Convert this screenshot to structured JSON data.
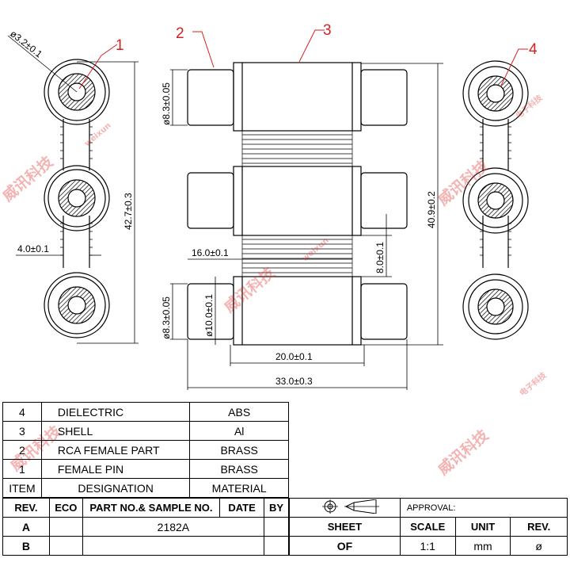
{
  "callouts": [
    "1",
    "2",
    "3",
    "4"
  ],
  "dimensions": {
    "pin_dia": "ø3.2±0.1",
    "height_left": "42.7±0.3",
    "pitch": "4.0±0.1",
    "top_dia": "ø8.3±0.05",
    "bot_dia": "ø8.3±0.05",
    "shell_dia": "ø10.0±0.1",
    "gap": "16.0±0.1",
    "body_width": "20.0±0.1",
    "total_width": "33.0±0.3",
    "height_right": "40.9±0.2",
    "spacing": "8.0±0.1"
  },
  "watermark": {
    "cn": "威讯科技",
    "en": "weixun",
    "sub": "电子科技"
  },
  "bom": {
    "rows": [
      {
        "item": "4",
        "designation": "DIELECTRIC",
        "material": "ABS"
      },
      {
        "item": "3",
        "designation": "SHELL",
        "material": "Al"
      },
      {
        "item": "2",
        "designation": "RCA FEMALE PART",
        "material": "BRASS"
      },
      {
        "item": "1",
        "designation": "FEMALE PIN",
        "material": "BRASS"
      }
    ],
    "header": {
      "item": "ITEM",
      "designation": "DESIGNATION",
      "material": "MATERIAL"
    }
  },
  "rev_table": {
    "headers": {
      "rev": "REV.",
      "eco": "ECO",
      "part": "PART NO.& SAMPLE NO.",
      "date": "DATE",
      "by": "BY"
    },
    "rows": [
      {
        "rev": "A",
        "part": "2182A"
      },
      {
        "rev": "B",
        "part": ""
      }
    ]
  },
  "title_block": {
    "approval": "APPROVAL:",
    "sheet": "SHEET",
    "of": "OF",
    "scale_label": "SCALE",
    "scale_value": "1:1",
    "unit_label": "UNIT",
    "unit_value": "mm",
    "rev_label": "REV.",
    "rev_value": "ø"
  }
}
